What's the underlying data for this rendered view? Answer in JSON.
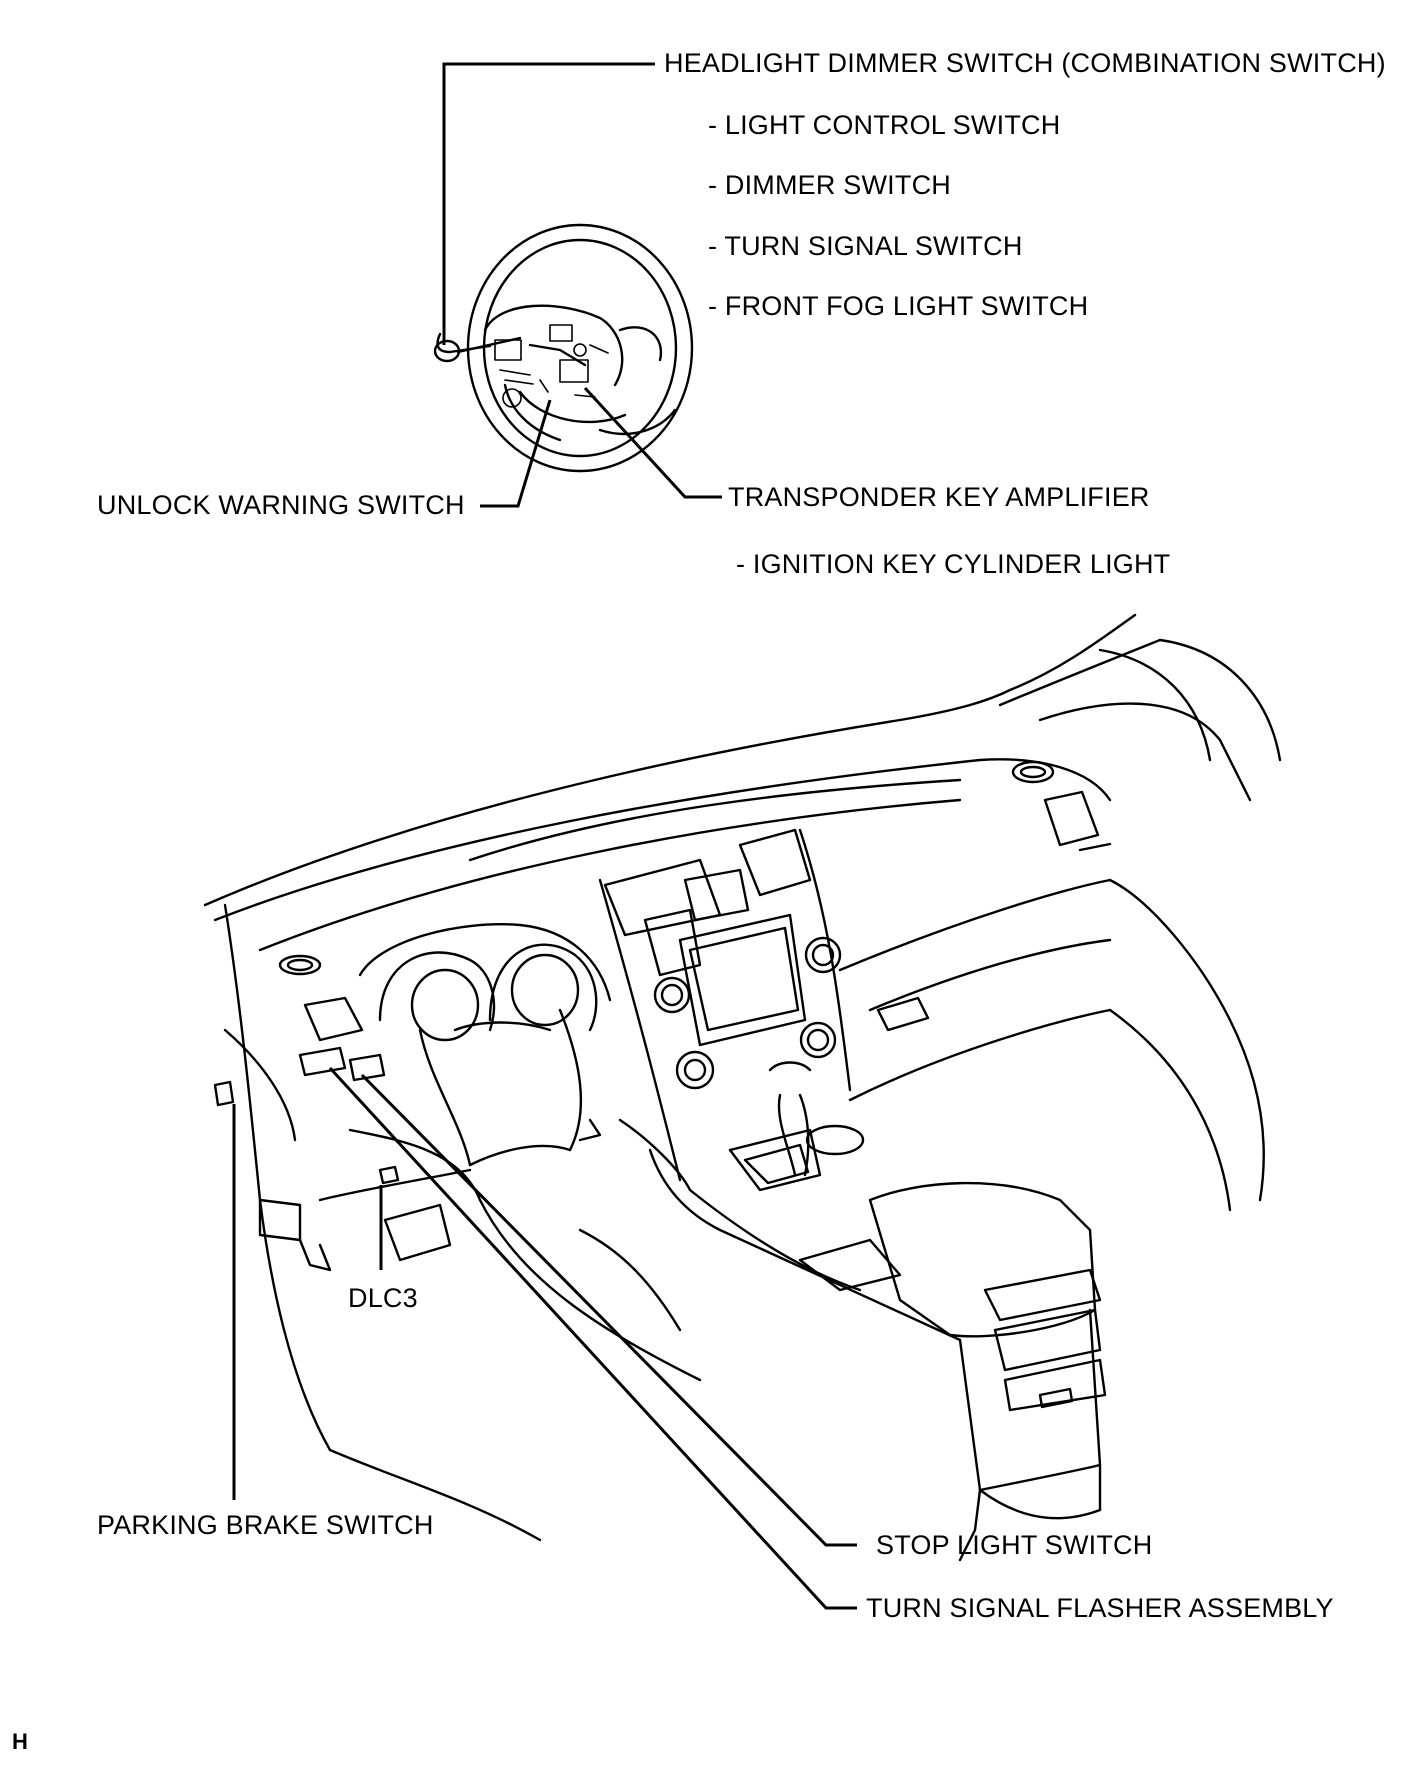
{
  "labels": {
    "headlight_dimmer_switch": "HEADLIGHT DIMMER SWITCH (COMBINATION SWITCH)",
    "light_control_switch": "- LIGHT CONTROL SWITCH",
    "dimmer_switch": "- DIMMER SWITCH",
    "turn_signal_switch": "- TURN SIGNAL SWITCH",
    "front_fog_light_switch": "- FRONT FOG LIGHT SWITCH",
    "unlock_warning_switch": "UNLOCK WARNING SWITCH",
    "transponder_key_amplifier": "TRANSPONDER KEY AMPLIFIER",
    "ignition_key_cylinder_light": "- IGNITION KEY CYLINDER LIGHT",
    "dlc3": "DLC3",
    "parking_brake_switch": "PARKING BRAKE SWITCH",
    "stop_light_switch": "STOP LIGHT SWITCH",
    "turn_signal_flasher_assembly": "TURN SIGNAL FLASHER ASSEMBLY"
  },
  "figure_code": "H"
}
